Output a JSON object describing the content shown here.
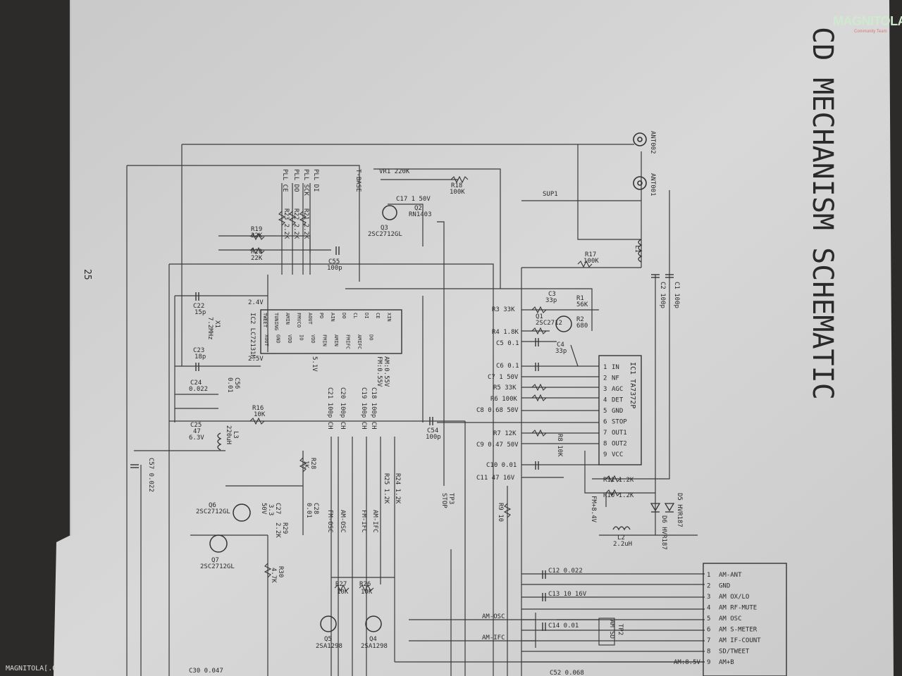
{
  "document": {
    "title": "CD MECHANISM SCHEMATIC",
    "page_number": "25"
  },
  "watermark": {
    "logo": "MAGNITOLA",
    "tagline": "Community Team",
    "footer": "MAGNITOLA[.ORG] [.RU] [.NET]"
  },
  "ic1": {
    "name": "IC1 TA7372P",
    "pins": [
      {
        "num": "1",
        "name": "IN"
      },
      {
        "num": "2",
        "name": "NF"
      },
      {
        "num": "3",
        "name": "AGC"
      },
      {
        "num": "4",
        "name": "DET"
      },
      {
        "num": "5",
        "name": "GND"
      },
      {
        "num": "6",
        "name": "STOP"
      },
      {
        "num": "7",
        "name": "OUT1"
      },
      {
        "num": "8",
        "name": "OUT2"
      },
      {
        "num": "9",
        "name": "VCC"
      }
    ]
  },
  "ic2": {
    "name": "IC2 LC72131M",
    "top_pins": [
      "XIN",
      "CE",
      "DI",
      "CL",
      "DO",
      "AIN",
      "PD",
      "AOUT",
      "FMVCO",
      "AMIN",
      "TUNING",
      "TWEET"
    ],
    "bottom_pins": [
      "XOUT",
      "GND",
      "VDD",
      "IO",
      "VDD",
      "FMIN",
      "AMIN",
      "FMIFC",
      "AMIFC",
      "DO"
    ]
  },
  "connector": {
    "pins": [
      {
        "num": "1",
        "name": "AM-ANT"
      },
      {
        "num": "2",
        "name": "GND"
      },
      {
        "num": "3",
        "name": "AM OX/LO"
      },
      {
        "num": "4",
        "name": "AM RF-MUTE"
      },
      {
        "num": "5",
        "name": "AM OSC"
      },
      {
        "num": "6",
        "name": "AM S-METER"
      },
      {
        "num": "7",
        "name": "AM IF-COUNT"
      },
      {
        "num": "8",
        "name": "SD/TWEET"
      },
      {
        "num": "9",
        "name": "AM+B"
      }
    ]
  },
  "labels": {
    "ant002": "ANT002",
    "ant001": "ANT001",
    "sup1": "SUP1",
    "l1": "L1",
    "vr1": "VR1 220K",
    "c17": "C17 1 50V",
    "r18": "R18",
    "r18v": "100K",
    "q2": "Q2",
    "q2p": "RN1403",
    "q3": "Q3",
    "q3p": "2SC2712GL",
    "tbase": "T-BASE",
    "pll_di": "PLL DI",
    "pll_sck": "PLL SCK",
    "pll_do": "PLL DO",
    "pll_ce": "PLL CE",
    "r21": "R21 2.2K",
    "r22": "R22 2.2K",
    "r23": "R23 2.2K",
    "r19": "R19",
    "r19v": "22K",
    "r20": "R20",
    "r20v": "22K",
    "c55": "C55",
    "c55v": "100p",
    "r17": "R17",
    "r17v": "100K",
    "c2": "C2 100p",
    "c1": "C1 100p",
    "r1": "R1",
    "r1v": "56K",
    "r2": "R2",
    "r2v": "680",
    "c3": "C3",
    "c3v": "33p",
    "q1": "Q1",
    "q1p": "2SC2712",
    "c4": "C4",
    "c4v": "33p",
    "r3": "R3 33K",
    "r4": "R4 1.8K",
    "c5": "C5 0.1",
    "c6": "C6 0.1",
    "c7": "C7 1 50V",
    "r5": "R5 33K",
    "r6": "R6 100K",
    "c8": "C8 0.68 50V",
    "r7": "R7 12K",
    "r8": "R8 10K",
    "c9": "C9 0.47 50V",
    "c10": "C10 0.01",
    "c11": "C11 47 16V",
    "r11": "R11 1.2K",
    "r10": "R10 1.2K",
    "fm": "FM+8.4V",
    "d5": "D5 HVR187",
    "d6": "D6 HVR187",
    "l2": "L2",
    "l2v": "2.2uH",
    "r9": "R9 10",
    "tp3": "TP3",
    "tp3v": "STOP",
    "c22": "C22",
    "c22v": "15p",
    "x1": "X1",
    "x1v": "7.2MHz",
    "c23": "C23",
    "c23v": "18p",
    "v24": "2.4V",
    "v25": "2.5V",
    "v51": "5.1V",
    "c24": "C24",
    "c24v": "0.022",
    "c56": "C56",
    "c56v": "0.01",
    "r16": "R16",
    "r16v": "10K",
    "c25": "C25",
    "c25v1": "47",
    "c25v2": "6.3V",
    "l3": "L3",
    "l3v": "220uH",
    "c21": "C21 100p CH",
    "c20": "C20 100p CH",
    "c19": "C19 100p CH",
    "c18": "C18 100p CH",
    "amv": "AM:0.55V",
    "fmv": "FM:0.55V",
    "c54": "C54",
    "c54v": "100p",
    "c57": "C57 0.022",
    "r28": "R28",
    "r28v": "1K",
    "q6": "Q6",
    "q6p": "2SC2712GL",
    "q7": "Q7",
    "q7p": "2SC2712GL",
    "c27": "C27",
    "c27v1": "3.3",
    "c27v2": "50V",
    "r29": "R29",
    "r29v": "2.2K",
    "c28": "C28",
    "c28v": "0.01",
    "r30": "R30",
    "r30v": "4.7K",
    "r25": "R25 1.2K",
    "r24": "R24 1.2K",
    "fmosc": "FM-OSC",
    "amosc": "AM-OSC",
    "fmifc": "FM-IFC",
    "amifc": "AM-IFC",
    "r27": "R27",
    "r27v": "10K",
    "r26": "R26",
    "r26v": "10K",
    "q5": "Q5",
    "q5p": "2SA1298",
    "q4": "Q4",
    "q4p": "2SA1298",
    "amosc2": "AM-OSC",
    "amifc2": "AM-IFC",
    "c12": "C12 0.022",
    "c13": "C13 10 16V",
    "c14": "C14 0.01",
    "tp2": "TP2",
    "tp2v": "AM SD",
    "c30": "C30 0.047",
    "c52": "C52 0.068",
    "am85": "AM:8.5V"
  }
}
